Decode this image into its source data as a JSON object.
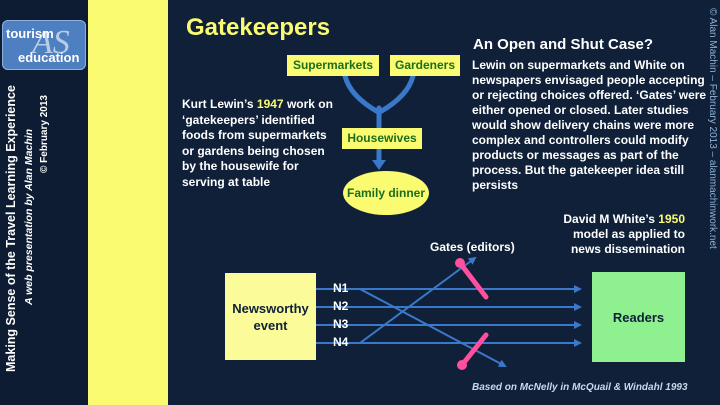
{
  "logo": {
    "line1": "tourism",
    "mark": "AS",
    "line2": "education"
  },
  "left_vertical": {
    "line1": "Making Sense of the Travel Learning Experience",
    "line2": "A web presentation by  Alan Machin",
    "line3": "© February 2013"
  },
  "right_vertical": "© Alan Machin – February 2013 – alanmachinwork.net",
  "title": "Gatekeepers",
  "subheading": "An Open and Shut Case?",
  "right_paragraph": "Lewin on supermarkets and White on newspapers envisaged people accepting or rejecting choices offered.  ‘Gates’ were either opened or closed.  Later studies would show delivery chains were more complex and controllers could modify products or messages as part of the process. But the gatekeeper idea still persists",
  "left_paragraph": {
    "before": "Kurt Lewin’s ",
    "year": "1947",
    "after": " work on ‘gatekeepers’ identified foods from supermarkets or gardens being chosen by the housewife for serving at table"
  },
  "lewin_diagram": {
    "source1": "Supermarkets",
    "source2": "Gardeners",
    "middle": "Housewives",
    "end": "Family dinner"
  },
  "white_caption": {
    "before": "David M White’s ",
    "year": "1950",
    "after": " model as applied to news dissemination"
  },
  "white_diagram": {
    "gates_label": "Gates (editors)",
    "source": "Newsworthy event",
    "channels": [
      "N1",
      "N2",
      "N3",
      "N4"
    ],
    "destination": "Readers"
  },
  "citation": "Based on McNelly in  McQuail & Windahl 1993",
  "colors": {
    "background": "#0f2038",
    "yellow": "#fbfb72",
    "arrow": "#3a78c9",
    "gate": "#ff4f9e",
    "readers": "#8ff08f"
  }
}
